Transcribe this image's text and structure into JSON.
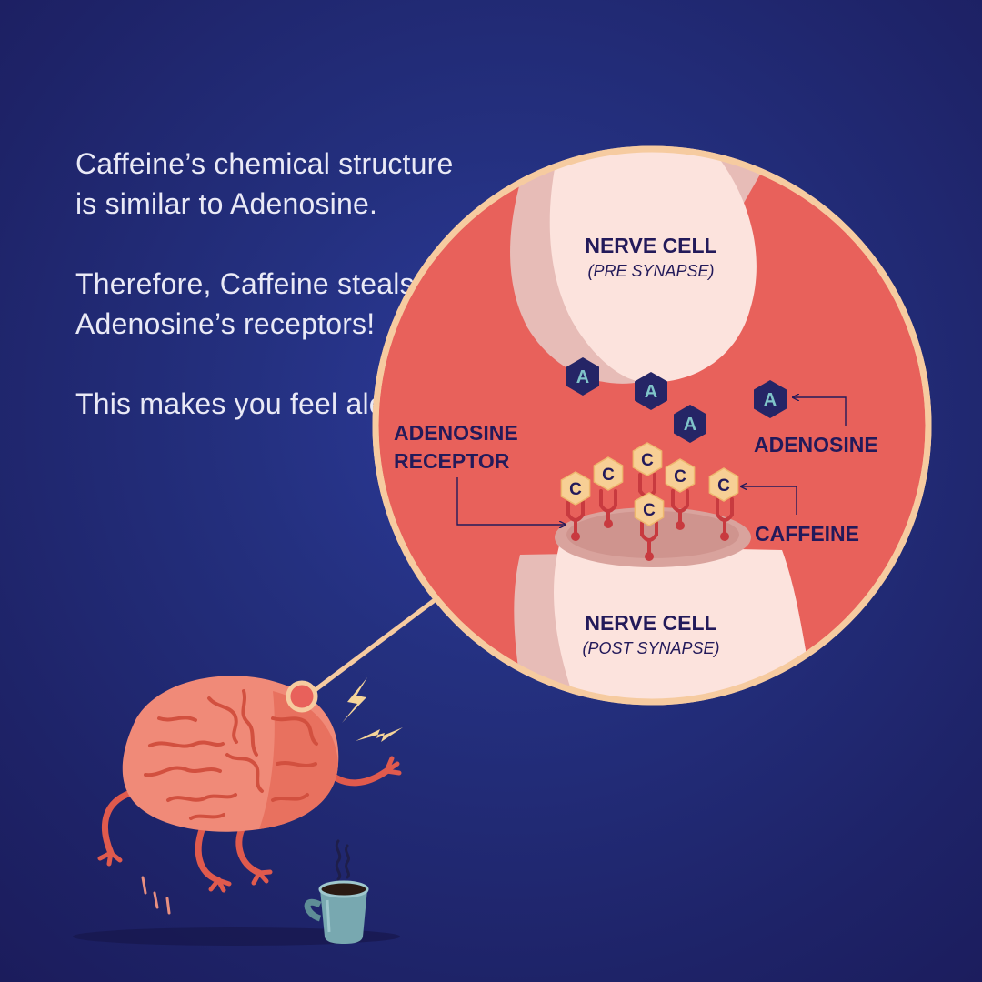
{
  "intro": {
    "line1": "Caffeine’s chemical structure is similar to Adenosine.",
    "line2": "Therefore, Caffeine steals Adenosine’s receptors!",
    "line3": "This makes you feel alert."
  },
  "synapse": {
    "pre_title": "NERVE CELL",
    "pre_subtitle": "(PRE SYNAPSE)",
    "post_title": "NERVE CELL",
    "post_subtitle": "(POST SYNAPSE)",
    "receptor_label_1": "ADENOSINE",
    "receptor_label_2": "RECEPTOR",
    "adenosine_label": "ADENOSINE",
    "caffeine_label": "CAFFEINE",
    "adenosine_symbol": "A",
    "caffeine_symbol": "C"
  },
  "colors": {
    "background": "#1e2368",
    "circle_fill": "#e8615b",
    "circle_border": "#f6cba0",
    "cell_fill": "#fce3dd",
    "brain": "#f08a78",
    "adenosine_hex": "#252566",
    "caffeine_hex": "#f7cf95",
    "receptor": "#c83a3f",
    "mug": "#78a8b0"
  },
  "icons": [
    "brain-character-icon",
    "lightning-bolt-icon",
    "coffee-mug-icon",
    "steam-icon"
  ]
}
